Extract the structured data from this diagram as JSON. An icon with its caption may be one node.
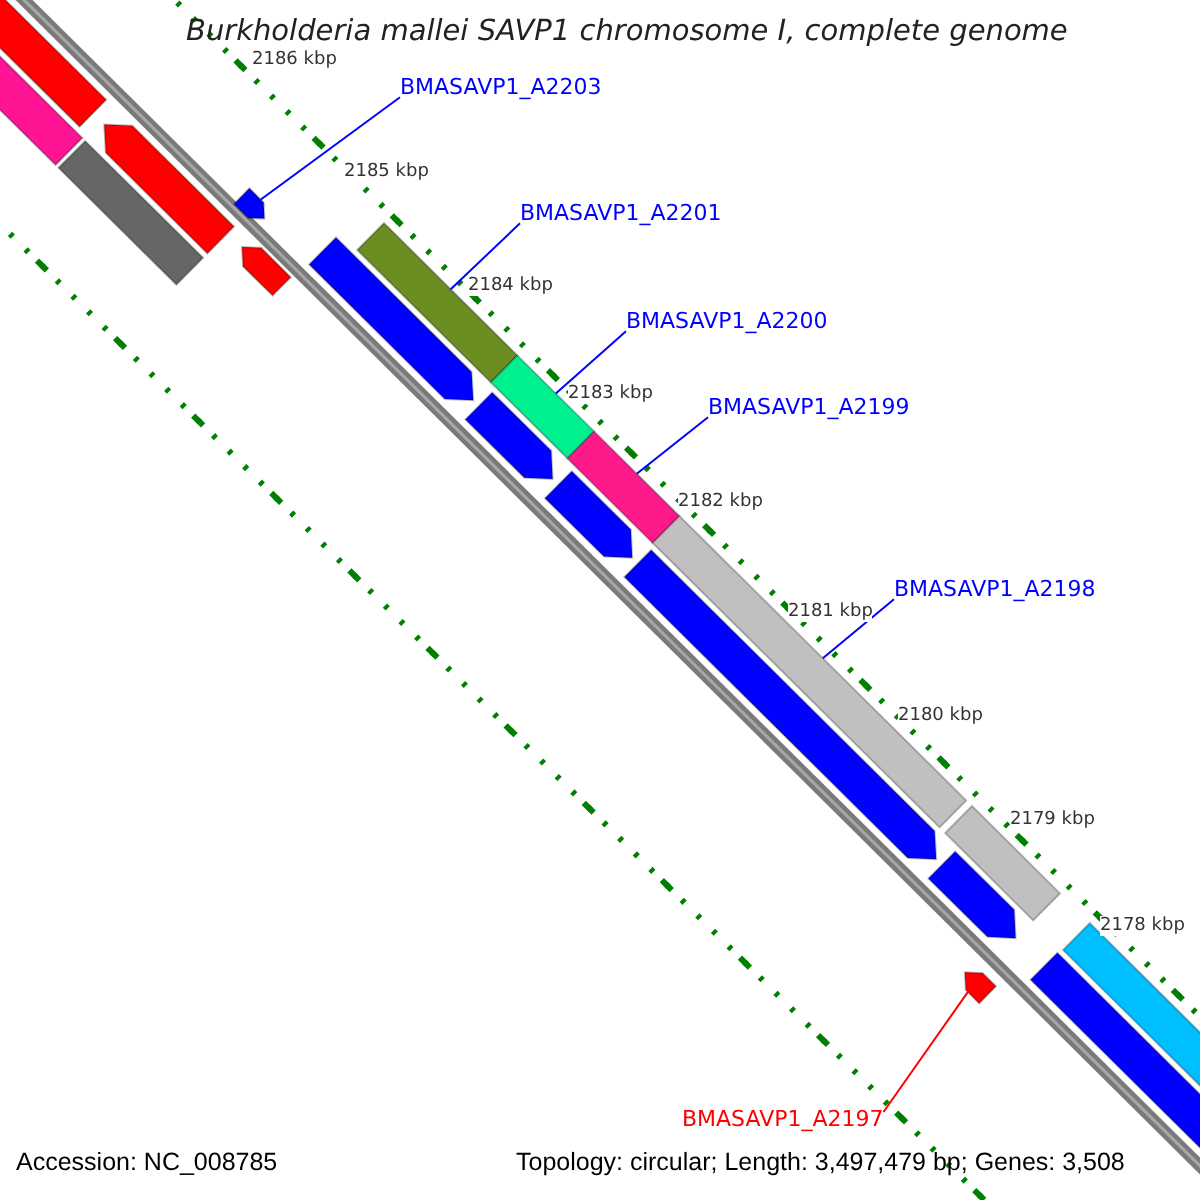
{
  "diagram": {
    "title": "Burkholderia mallei SAVP1 chromosome I, complete genome",
    "nodes": [
      {
        "text": [
          "BMASAVP1_A2203"
        ]
      },
      {
        "text": [],
        "shape": "bar"
      },
      {
        "text": [
          "BMASAVP1_A2201"
        ]
      },
      {
        "text": [],
        "shape": "bar"
      },
      {
        "text": [
          "BMASAVP1_A2200"
        ]
      },
      {
        "text": [],
        "shape": "bar"
      },
      {
        "text": [
          "BMASAVP1_A2199"
        ]
      },
      {
        "text": [],
        "shape": "bar"
      },
      {
        "text": [
          "BMASAVP1_A2198"
        ]
      },
      {
        "text": [],
        "shape": "bar"
      },
      {
        "text": [
          "BMASAVP1_A2197"
        ]
      },
      {
        "text": [],
        "shape": "bar"
      },
      {
        "text": [],
        "shape": "bar"
      },
      {
        "text": [],
        "shape": "bar"
      },
      {
        "text": [],
        "shape": "bar"
      },
      {
        "text": [],
        "shape": "bar"
      },
      {
        "text": [],
        "shape": "bar"
      },
      {
        "text": [],
        "shape": "bar"
      },
      {
        "text": [],
        "shape": "bar"
      },
      {
        "text": [],
        "shape": "bar"
      },
      {
        "text": [],
        "shape": "bar"
      },
      {
        "text": [],
        "shape": "bar"
      },
      {
        "text": [],
        "shape": "bar"
      },
      {
        "text": [],
        "shape": "bar"
      },
      {
        "text": [],
        "shape": "bar"
      }
    ],
    "edges": [
      {
        "from": 0,
        "to": 1,
        "arrow": "none"
      },
      {
        "from": 2,
        "to": 3,
        "arrow": "none"
      },
      {
        "from": 4,
        "to": 5,
        "arrow": "none"
      },
      {
        "from": 6,
        "to": 7,
        "arrow": "none"
      },
      {
        "from": 8,
        "to": 9,
        "arrow": "none"
      },
      {
        "from": 10,
        "to": 11,
        "arrow": "none",
        "color": "#ff0000"
      }
    ],
    "labels": [
      "2186 kbp",
      "2185 kbp",
      "2184 kbp",
      "2183 kbp",
      "2182 kbp",
      "2181 kbp",
      "2180 kbp",
      "2179 kbp",
      "2178 kbp",
      "Accession: NC_008785",
      "Topology: circular; Length: 3,497,479 bp; Genes: 3,508"
    ]
  }
}
